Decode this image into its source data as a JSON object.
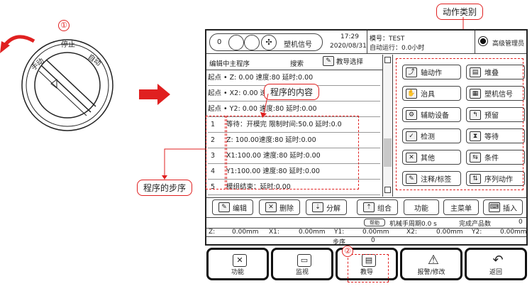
{
  "annotations": {
    "step1_num": "①",
    "step2_num": "②",
    "action_category": "动作类别",
    "program_content": "程序的内容",
    "program_steps": "程序的步序"
  },
  "knob": {
    "manual": "手动",
    "stop": "停止",
    "auto": "自动"
  },
  "topbar": {
    "circle1": "0",
    "signal_label": "塑机信号",
    "time": "17:29",
    "date": "2020/08/31",
    "mold": "模号：TEST",
    "auto_run": "自动运行：0.0小时",
    "user": "高级管理员"
  },
  "editor": {
    "title": "编辑中主程序",
    "search": "搜索",
    "teach_select": "教导选择"
  },
  "program_rows": [
    {
      "text": "起点   •   Z:  0.00 速度:80   延时:0.00"
    },
    {
      "text": "起点   •   X2:  0.00 速度:80   延时:0.00"
    },
    {
      "text": "起点   •   Y2:  0.00 速度:80   延时:0.00"
    },
    {
      "num": "1",
      "text": "等待：开模完 限制时间:50.0  延时:0.0"
    },
    {
      "num": "2",
      "text": "Z:   100.00速度:80   延时:0.00"
    },
    {
      "num": "3",
      "text": "X1:100.00  速度:80   延时:0.00"
    },
    {
      "num": "4",
      "text": "Y1:100.00  速度:80   延时:0.00"
    },
    {
      "num": "5",
      "text": "模组结束：延时:0.00"
    }
  ],
  "actions": [
    {
      "icon": "arm-icon",
      "glyph": "⤴",
      "label": "轴动作"
    },
    {
      "icon": "stack-icon",
      "glyph": "▤",
      "label": "堆叠"
    },
    {
      "icon": "fixture-icon",
      "glyph": "✋",
      "label": "治具"
    },
    {
      "icon": "machine-signal-icon",
      "glyph": "▦",
      "label": "塑机信号"
    },
    {
      "icon": "aux-device-icon",
      "glyph": "⚙",
      "label": "辅助设备"
    },
    {
      "icon": "reserve-icon",
      "glyph": "↰",
      "label": "预留"
    },
    {
      "icon": "check-icon",
      "glyph": "✓",
      "label": "检测"
    },
    {
      "icon": "hourglass-icon",
      "glyph": "⧗",
      "label": "等待"
    },
    {
      "icon": "tools-icon",
      "glyph": "✕",
      "label": "其他"
    },
    {
      "icon": "condition-icon",
      "glyph": "⇆",
      "label": "条件"
    },
    {
      "icon": "note-icon",
      "glyph": "✎",
      "label": "注释/标签"
    },
    {
      "icon": "sequence-icon",
      "glyph": "⇅",
      "label": "序列动作"
    }
  ],
  "toolbar": {
    "edit": "编辑",
    "delete": "删除",
    "split": "分解",
    "combine": "组合",
    "function": "功能",
    "main_menu": "主菜单",
    "insert": "插入"
  },
  "info": {
    "help": "帮助",
    "cycle": "机械手周期0.0 s",
    "product_label": "完成产品数",
    "product_value": "0"
  },
  "coords": [
    {
      "axis": "Z:",
      "value": "0.00mm"
    },
    {
      "axis": "X1:",
      "value": "0.00mm"
    },
    {
      "axis": "Y1:",
      "value": "0.00mm"
    },
    {
      "axis": "X2:",
      "value": "0.00mm"
    },
    {
      "axis": "Y2:",
      "value": "0.00mm"
    }
  ],
  "step": {
    "label": "步序",
    "value": "0"
  },
  "nav": {
    "function": "功能",
    "monitor": "监视",
    "teach": "教导",
    "alarm": "报警/修改",
    "back": "返回"
  }
}
